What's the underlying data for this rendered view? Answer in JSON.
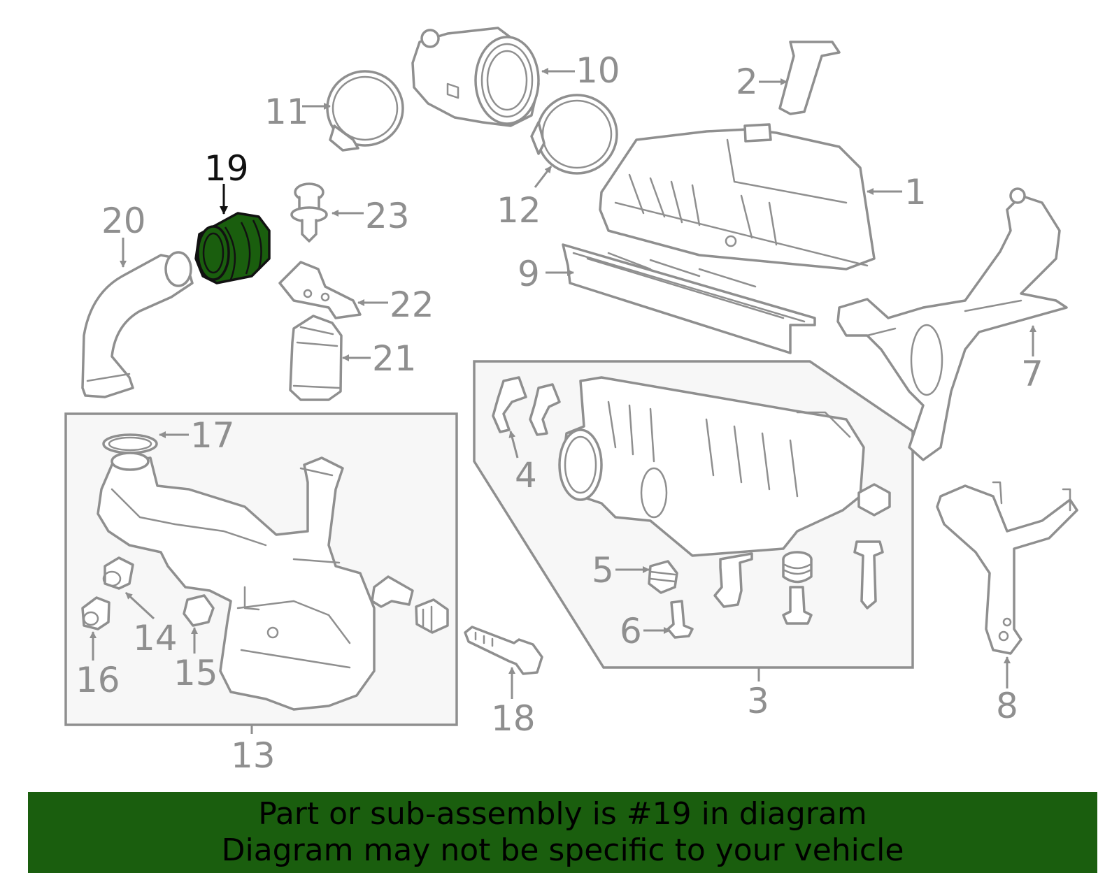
{
  "diagram": {
    "highlight_color": "#1a5e0e",
    "line_color": "#8f8f8f",
    "highlighted_part": "19",
    "callouts": {
      "c1": "1",
      "c2": "2",
      "c3": "3",
      "c4": "4",
      "c5": "5",
      "c6": "6",
      "c7": "7",
      "c8": "8",
      "c9": "9",
      "c10": "10",
      "c11": "11",
      "c12": "12",
      "c13": "13",
      "c14a": "14",
      "c15": "15",
      "c16": "16",
      "c17": "17",
      "c18": "18",
      "c19": "19",
      "c20": "20",
      "c21": "21",
      "c22": "22",
      "c23": "23"
    }
  },
  "banner": {
    "line1": "Part or sub-assembly is #19 in diagram",
    "line2": "Diagram may not be specific to your vehicle",
    "background": "#1a5e0e"
  }
}
